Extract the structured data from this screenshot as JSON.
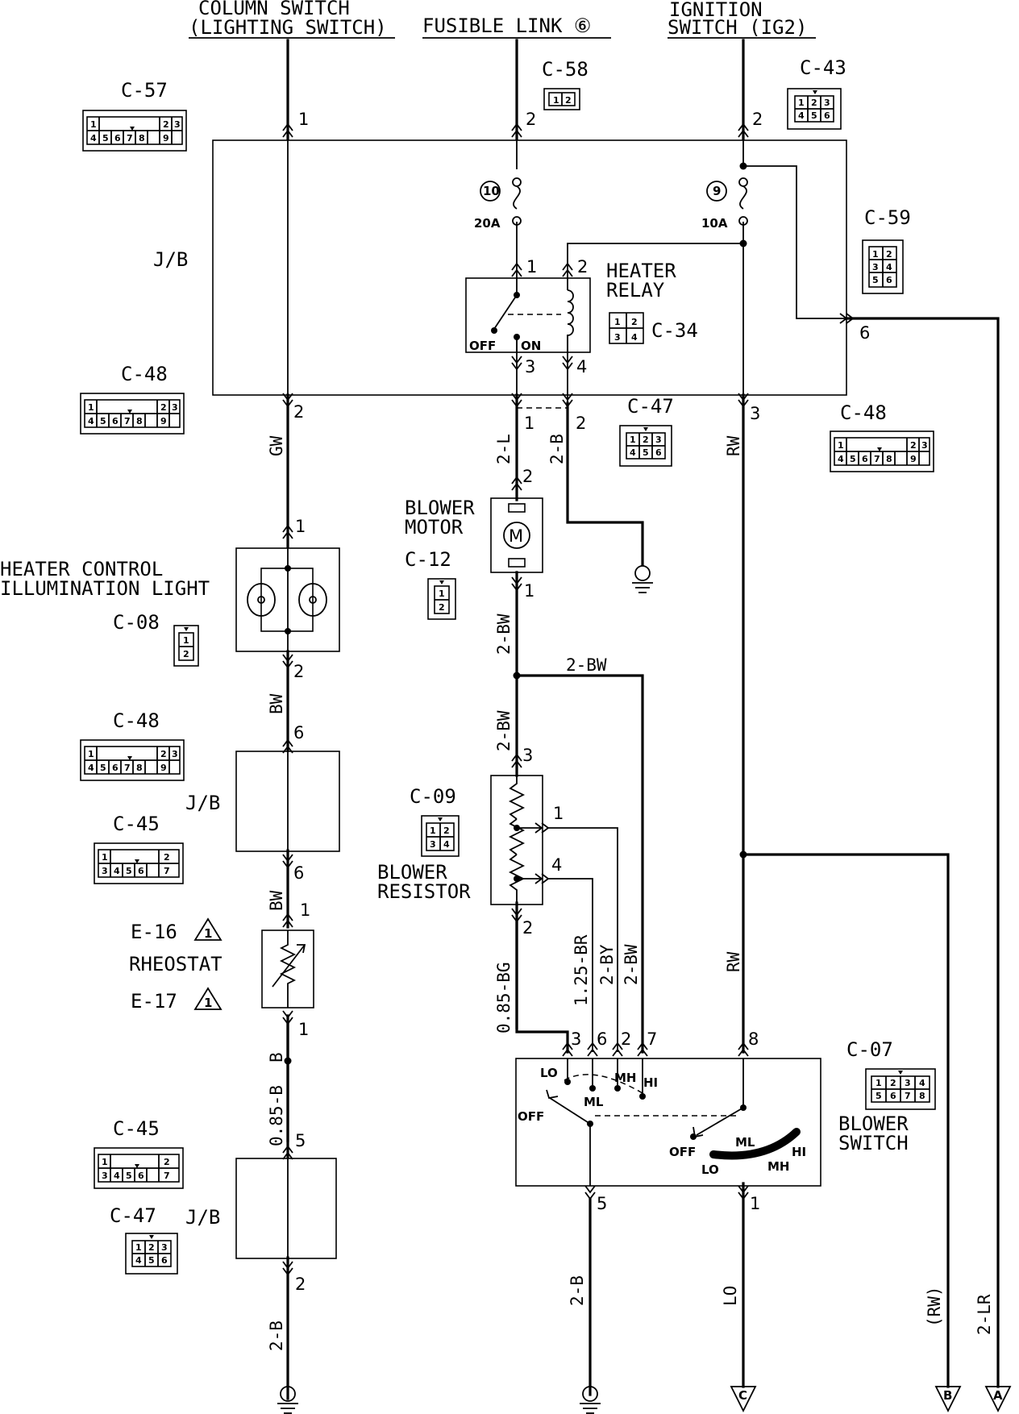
{
  "sources": {
    "column_switch": [
      "COLUMN SWITCH",
      "(LIGHTING SWITCH)"
    ],
    "fusible_link": "FUSIBLE LINK ⑥",
    "ignition_switch": [
      "IGNITION",
      "SWITCH (IG2)"
    ]
  },
  "connectors": {
    "c57": "C-57",
    "c58": "C-58",
    "c43": "C-43",
    "c59": "C-59",
    "c48a": "C-48",
    "c34": "C-34",
    "c47a": "C-47",
    "c48b": "C-48",
    "c12": "C-12",
    "c08": "C-08",
    "c48c": "C-48",
    "c45a": "C-45",
    "c09": "C-09",
    "c45b": "C-45",
    "c47b": "C-47",
    "c07": "C-07",
    "e16": "E-16",
    "e17": "E-17"
  },
  "components": {
    "jb_top": "J/B",
    "jb_mid": "J/B",
    "jb_bot": "J/B",
    "heater_relay": [
      "HEATER",
      "RELAY"
    ],
    "blower_motor": [
      "BLOWER",
      "MOTOR"
    ],
    "heater_light": [
      "HEATER CONTROL",
      "ILLUMINATION LIGHT"
    ],
    "rheostat": "RHEOSTAT",
    "blower_resistor": [
      "BLOWER",
      "RESISTOR"
    ],
    "blower_switch": [
      "BLOWER",
      "SWITCH"
    ]
  },
  "fuses": {
    "f10_num": "10",
    "f10_rating": "20A",
    "f9_num": "9",
    "f9_rating": "10A"
  },
  "relay_labels": {
    "off": "OFF",
    "on": "ON"
  },
  "wires": {
    "gw": "GW",
    "bw1": "BW",
    "bw2": "BW",
    "b": "B",
    "b085": "0.85-B",
    "b2": "2-B",
    "l2": "2-L",
    "b2r": "2-B",
    "rw1": "RW",
    "rw2": "RW",
    "bw2a": "2-BW",
    "bw2b": "2-BW",
    "bw2c": "2-BW",
    "bg085": "0.85-BG",
    "br125": "1.25-BR",
    "by2": "2-BY",
    "bw2d": "2-BW",
    "b2s": "2-B",
    "lo": "LO",
    "rw_paren": "(RW)",
    "lr2": "2-LR"
  },
  "switch_labels": {
    "lo": "LO",
    "ml": "ML",
    "mh": "MH",
    "hi": "HI",
    "off": "OFF",
    "off2": "OFF",
    "ml2": "ML",
    "hi2": "HI",
    "lo2": "LO",
    "mh2": "MH"
  },
  "pins": {
    "cs1": "1",
    "fl2": "2",
    "ig2": "2",
    "r1": "1",
    "r2": "2",
    "r3": "3",
    "r4": "4",
    "p6": "6",
    "jb_gw2": "2",
    "m_l1": "1",
    "m_b2": "2",
    "rw3": "3",
    "m2": "2",
    "m1": "1",
    "hl1": "1",
    "hl2": "2",
    "jb6a": "6",
    "jb6b": "6",
    "rh1a": "1",
    "rh1b": "1",
    "res3": "3",
    "res1": "1",
    "res4": "4",
    "res2": "2",
    "jb5": "5",
    "jb2": "2",
    "sw3": "3",
    "sw6": "6",
    "sw2": "2",
    "sw7": "7",
    "sw8": "8",
    "sw5": "5",
    "sw1": "1"
  },
  "terminals": {
    "c": "C",
    "b": "B",
    "a": "A"
  },
  "caution": "1"
}
